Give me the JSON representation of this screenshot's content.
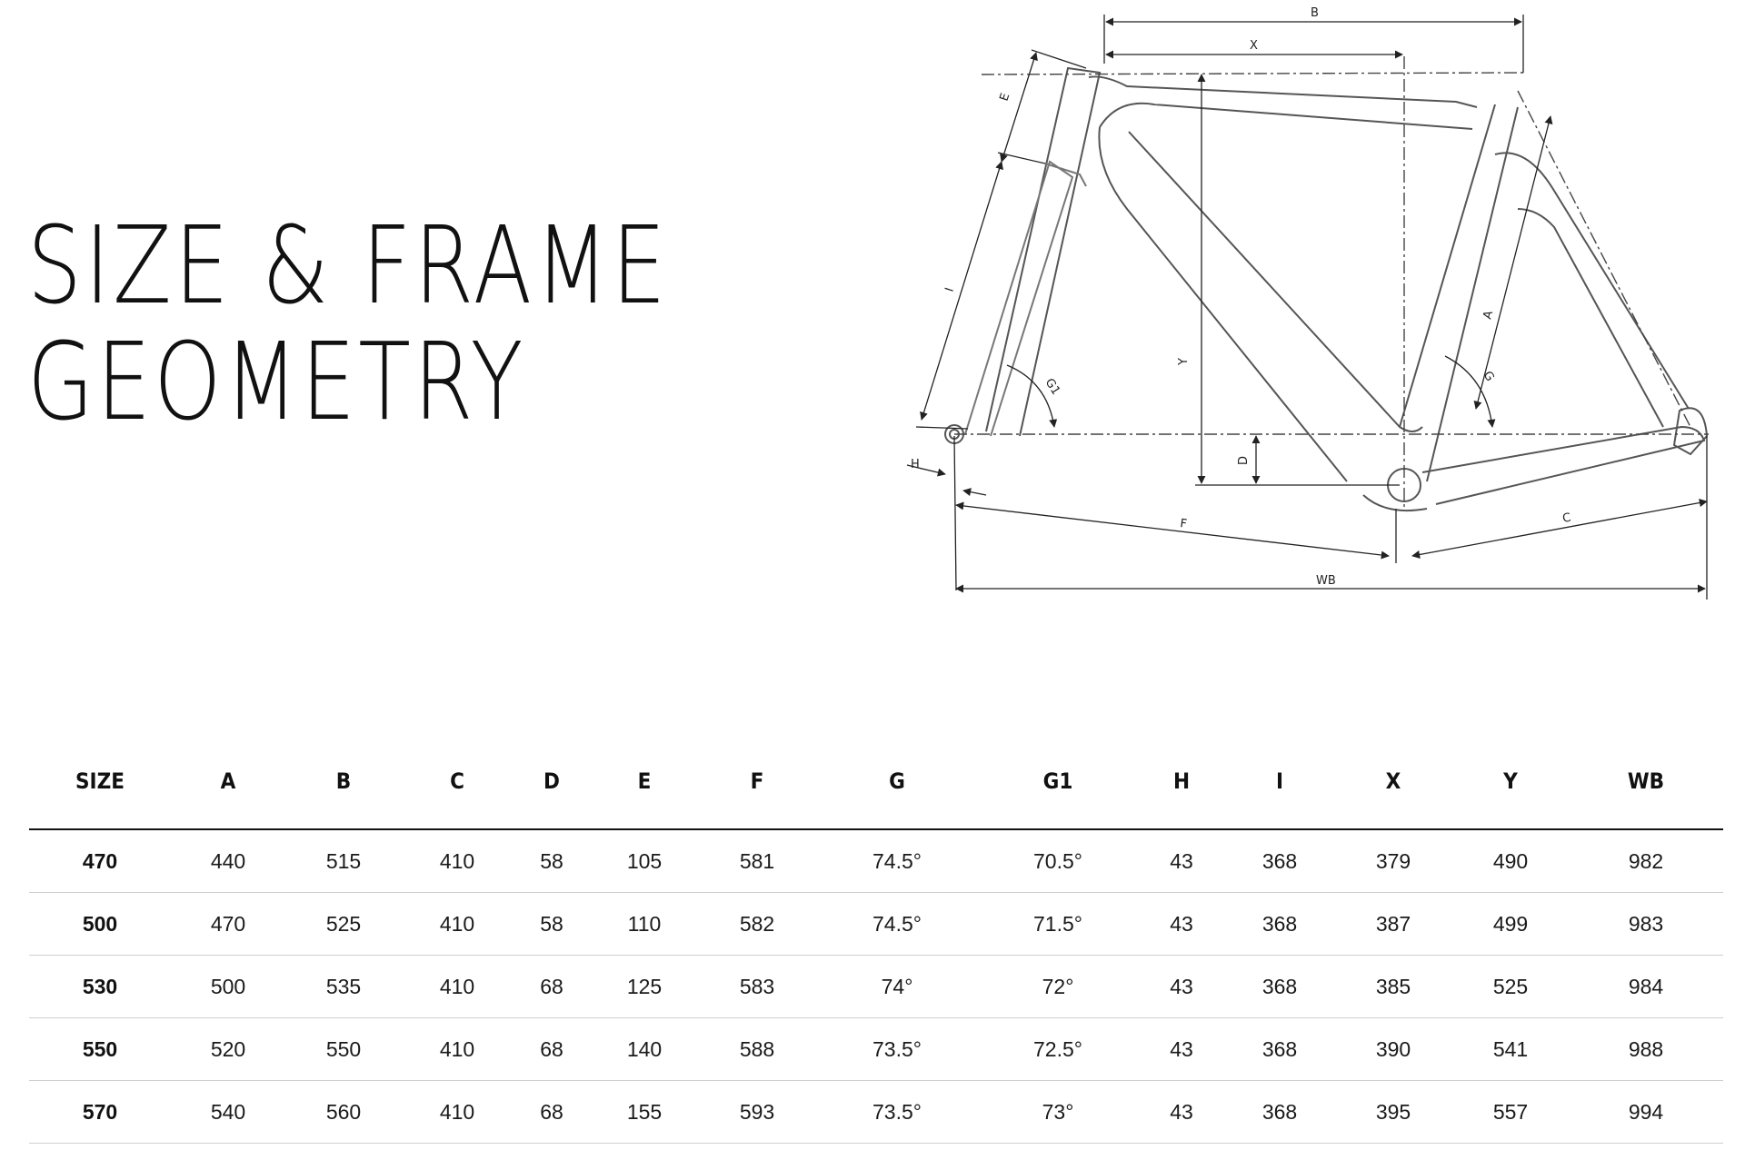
{
  "title": {
    "line1": "SIZE & FRAME",
    "line2": "GEOMETRY"
  },
  "diagram_labels": {
    "B": "B",
    "X": "X",
    "E": "E",
    "I": "I",
    "Y": "Y",
    "D": "D",
    "G1": "G1",
    "G": "G",
    "A": "A",
    "H": "H",
    "F": "F",
    "C": "C",
    "WB": "WB"
  },
  "table": {
    "headers": [
      "SIZE",
      "A",
      "B",
      "C",
      "D",
      "E",
      "F",
      "G",
      "G1",
      "H",
      "I",
      "X",
      "Y",
      "WB"
    ],
    "rows": [
      [
        "470",
        "440",
        "515",
        "410",
        "58",
        "105",
        "581",
        "74.5°",
        "70.5°",
        "43",
        "368",
        "379",
        "490",
        "982"
      ],
      [
        "500",
        "470",
        "525",
        "410",
        "58",
        "110",
        "582",
        "74.5°",
        "71.5°",
        "43",
        "368",
        "387",
        "499",
        "983"
      ],
      [
        "530",
        "500",
        "535",
        "410",
        "68",
        "125",
        "583",
        "74°",
        "72°",
        "43",
        "368",
        "385",
        "525",
        "984"
      ],
      [
        "550",
        "520",
        "550",
        "410",
        "68",
        "140",
        "588",
        "73.5°",
        "72.5°",
        "43",
        "368",
        "390",
        "541",
        "988"
      ],
      [
        "570",
        "540",
        "560",
        "410",
        "68",
        "155",
        "593",
        "73.5°",
        "73°",
        "43",
        "368",
        "395",
        "557",
        "994"
      ]
    ]
  }
}
